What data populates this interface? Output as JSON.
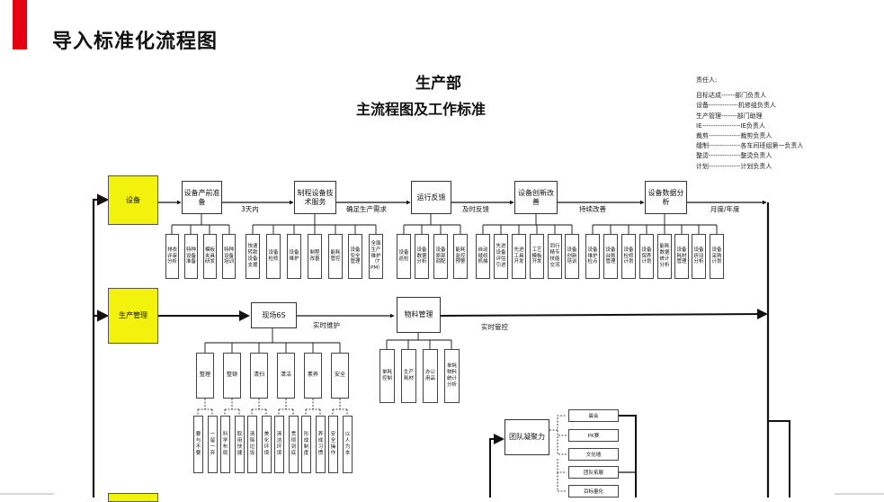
{
  "slide_title": "导入标准化流程图",
  "chart_title": "生产部",
  "chart_subtitle": "主流程图及工作标准",
  "responsibility": {
    "heading": "责任人:",
    "lines": [
      "目标达成------部门负责人",
      "设备-------------机修组负责人",
      "生产管理-------部门助理",
      "IE-----------------IE负责人",
      "裁剪--------------裁剪负责人",
      "缝制--------------各车间班组第一负责人",
      "整烫--------------整烫负责人",
      "计划--------------计划负责人"
    ]
  },
  "lanes": {
    "equipment": "设备",
    "production": "生产管理"
  },
  "equipment_flow": {
    "steps": [
      "设备产前准备",
      "制程设备技术服务",
      "运行反馈",
      "设备创新改善",
      "设备数据分析"
    ],
    "arrows": [
      "3天内",
      "确足生产需求",
      "及时反馈",
      "持续改善",
      "月度/年度"
    ],
    "subs": [
      [
        "排衣评审分析",
        "特种设备准备",
        "模板夹具研发",
        "特种设备培训"
      ],
      [
        "快速转款设备支援",
        "设备检修",
        "设备维护",
        "制程改善",
        "能耗管控",
        "设备安全管理",
        "全面生产维护（TPM）"
      ],
      [
        "设备巡检",
        "设备数据分析",
        "设备原部调配",
        "能耗监控预警"
      ],
      [
        "自动缝纫机械",
        "先进设备评估引进",
        "先进工具开发",
        "工艺模板开发",
        "同行精专技能交流",
        "设备创新培训"
      ],
      [
        "设备维护检点",
        "设备台账管理",
        "设备检修计划",
        "设备保养计划",
        "能耗数据统计分析",
        "设备耗材管理",
        "设备折旧分析",
        "设备采购计划"
      ]
    ]
  },
  "production_flow": {
    "site": "现场6S",
    "site_arrow": "实时维护",
    "material": "物料管理",
    "material_arrow": "实时管控",
    "six_s": [
      "整理",
      "整顿",
      "清扫",
      "清洁",
      "素养",
      "安全"
    ],
    "six_s_details": [
      [
        "要与不要",
        "一留一弃"
      ],
      [
        "科学布局",
        "取用快捷"
      ],
      [
        "清除垃圾",
        "美化环境"
      ],
      [
        "清洁环境",
        "贯彻到底"
      ],
      [
        "形成制度",
        "养成习惯"
      ],
      [
        "安全操作",
        "以人为本"
      ]
    ],
    "material_subs": [
      "单耗控制",
      "生产耗材",
      "办公用品",
      "单耗物料统计分析"
    ],
    "team": "团队凝聚力",
    "team_items": [
      "晨会",
      "PK赛",
      "文化墙",
      "团队拓展",
      "目标量化"
    ]
  }
}
